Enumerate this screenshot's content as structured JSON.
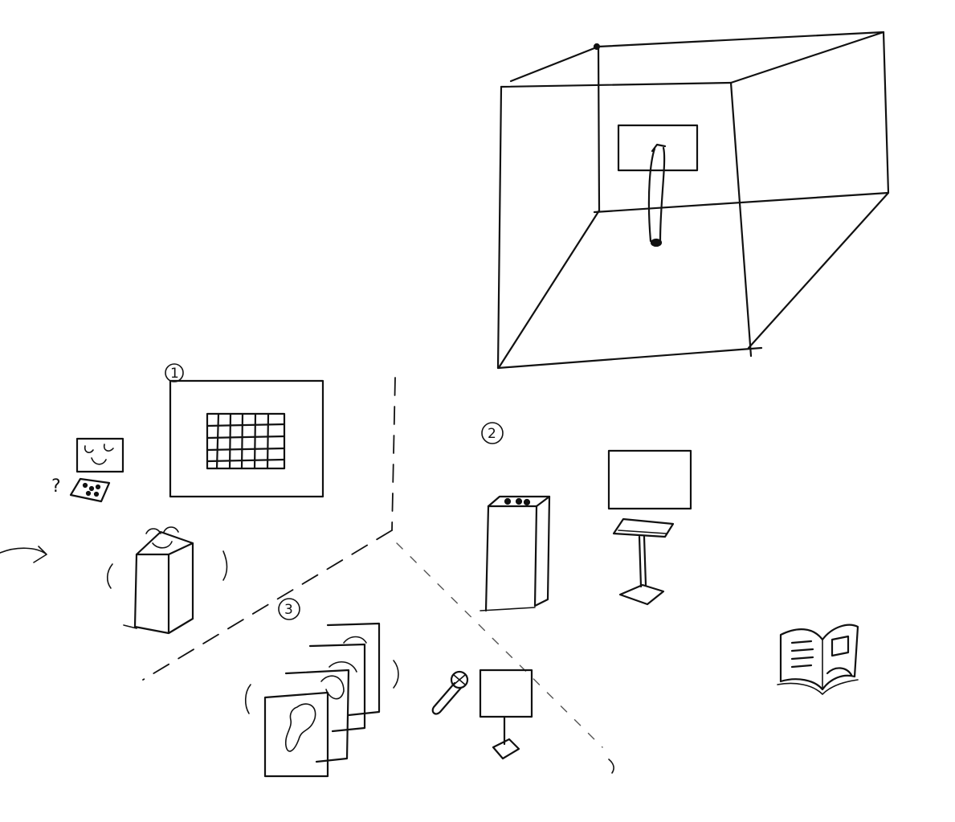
{
  "zones": [
    {
      "number": "1"
    },
    {
      "number": "2"
    },
    {
      "number": "3"
    }
  ],
  "question_mark": "?",
  "colors": {
    "ink": "#111111",
    "paper": "#ffffff"
  }
}
